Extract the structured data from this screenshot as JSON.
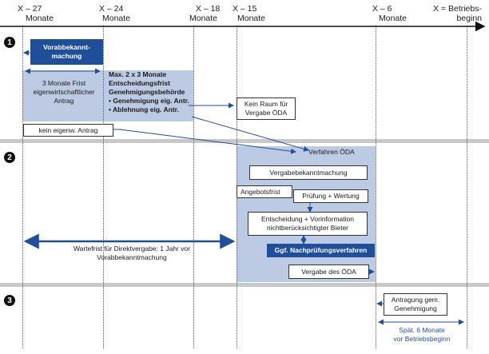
{
  "timeline": {
    "ticks": [
      {
        "top": "X – 27",
        "bottom": "Monate"
      },
      {
        "top": "X – 24",
        "bottom": "Monate"
      },
      {
        "top": "X – 18",
        "bottom": "Monate"
      },
      {
        "top": "X – 15",
        "bottom": "Monate"
      },
      {
        "top": "X – 6",
        "bottom": "Monate"
      },
      {
        "top": "X = Betriebs-",
        "bottom": "beginn"
      }
    ]
  },
  "sections": [
    "1",
    "2",
    "3"
  ],
  "colors": {
    "shade": "#bccbe3",
    "dark_box": "#1f4f9a",
    "arrow": "#1f4f9a",
    "separator": "#c8c8c8"
  },
  "section1": {
    "vorab_line1": "Vorabbekannt-",
    "vorab_line2": "machung",
    "frist_line1": "3 Monate Frist",
    "frist_line2": "eigenwirtschaftlicher",
    "frist_line3": "Antrag",
    "entsch_line1": "Max. 2 x 3 Monate",
    "entsch_line2": "Entscheidungsfrist",
    "entsch_line3": "Genehmigungsbehörde",
    "entsch_bullet1": "• Genehmigung eig. Antr.",
    "entsch_bullet2": "• Ablehnung eig. Antr.",
    "kein_raum_line1": "Kein Raum für",
    "kein_raum_line2": "Vergabe ÖDA",
    "kein_antrag": "kein eigenw. Antrag"
  },
  "section2": {
    "verfahren": "Verfahren ÖDA",
    "vergabebekanntmachung": "Vergabebekanntmachung",
    "angebotsfrist": "Angebotsfrist",
    "pruefung": "Prüfung + Wertung",
    "entscheidung_line1": "Entscheidung + Vorinformation",
    "entscheidung_line2": "nichtberücksichtigter Bieter",
    "nachpruefung": "Ggf. Nachprüfungsverfahren",
    "vergabe": "Vergabe des ÖDA",
    "wartefrist_line1": "Wartefrist für Direktvergabe: 1 Jahr vor",
    "wartefrist_line2": "Vorabbekanntmachung"
  },
  "section3": {
    "antrag_line1": "Antragung gem.",
    "antrag_line2": "Genehmigung",
    "spaet_line1": "Spät. 6 Monate",
    "spaet_line2": "vor Betriebsbeginn"
  }
}
